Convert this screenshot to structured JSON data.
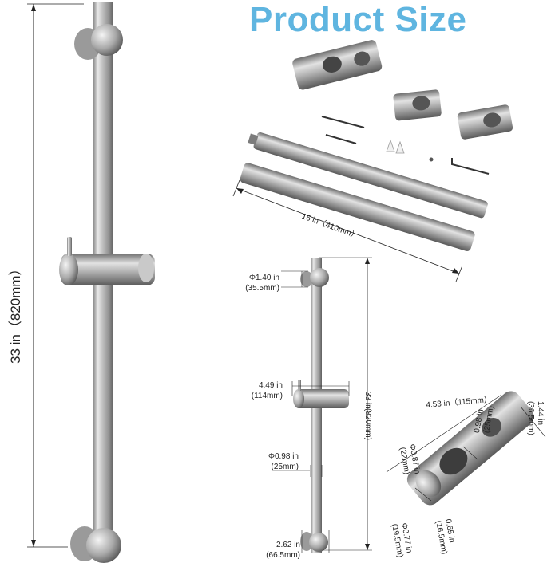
{
  "title": "Product Size",
  "main_bar": {
    "length_label": "33 in（820mm）"
  },
  "kit": {
    "rod_length_label": "16 in（410mm）"
  },
  "dimensions": {
    "bracket_dia_in": "Φ1.40 in",
    "bracket_dia_mm": "(35.5mm)",
    "holder_width_in": "4.49 in",
    "holder_width_mm": "(114mm)",
    "bar_length_in": "33 in",
    "bar_length_mm": "(820mm)",
    "bar_dia_in": "Φ0.98 in",
    "bar_dia_mm": "(25mm)",
    "bottom_in": "2.62 in",
    "bottom_mm": "(66.5mm)"
  },
  "holder": {
    "length_label": "4.53 in（115mm）",
    "height_in": "1.44 in",
    "height_mm": "(36.5mm)",
    "bore_in": "0.98 in",
    "bore_mm": "(25mm)",
    "dia1_in": "Φ0.87 in",
    "dia1_mm": "(22mm)",
    "dia2_in": "Φ0.77 in",
    "dia2_mm": "(19.5mm)",
    "gap_in": "0.65 in",
    "gap_mm": "(16.5mm)"
  }
}
